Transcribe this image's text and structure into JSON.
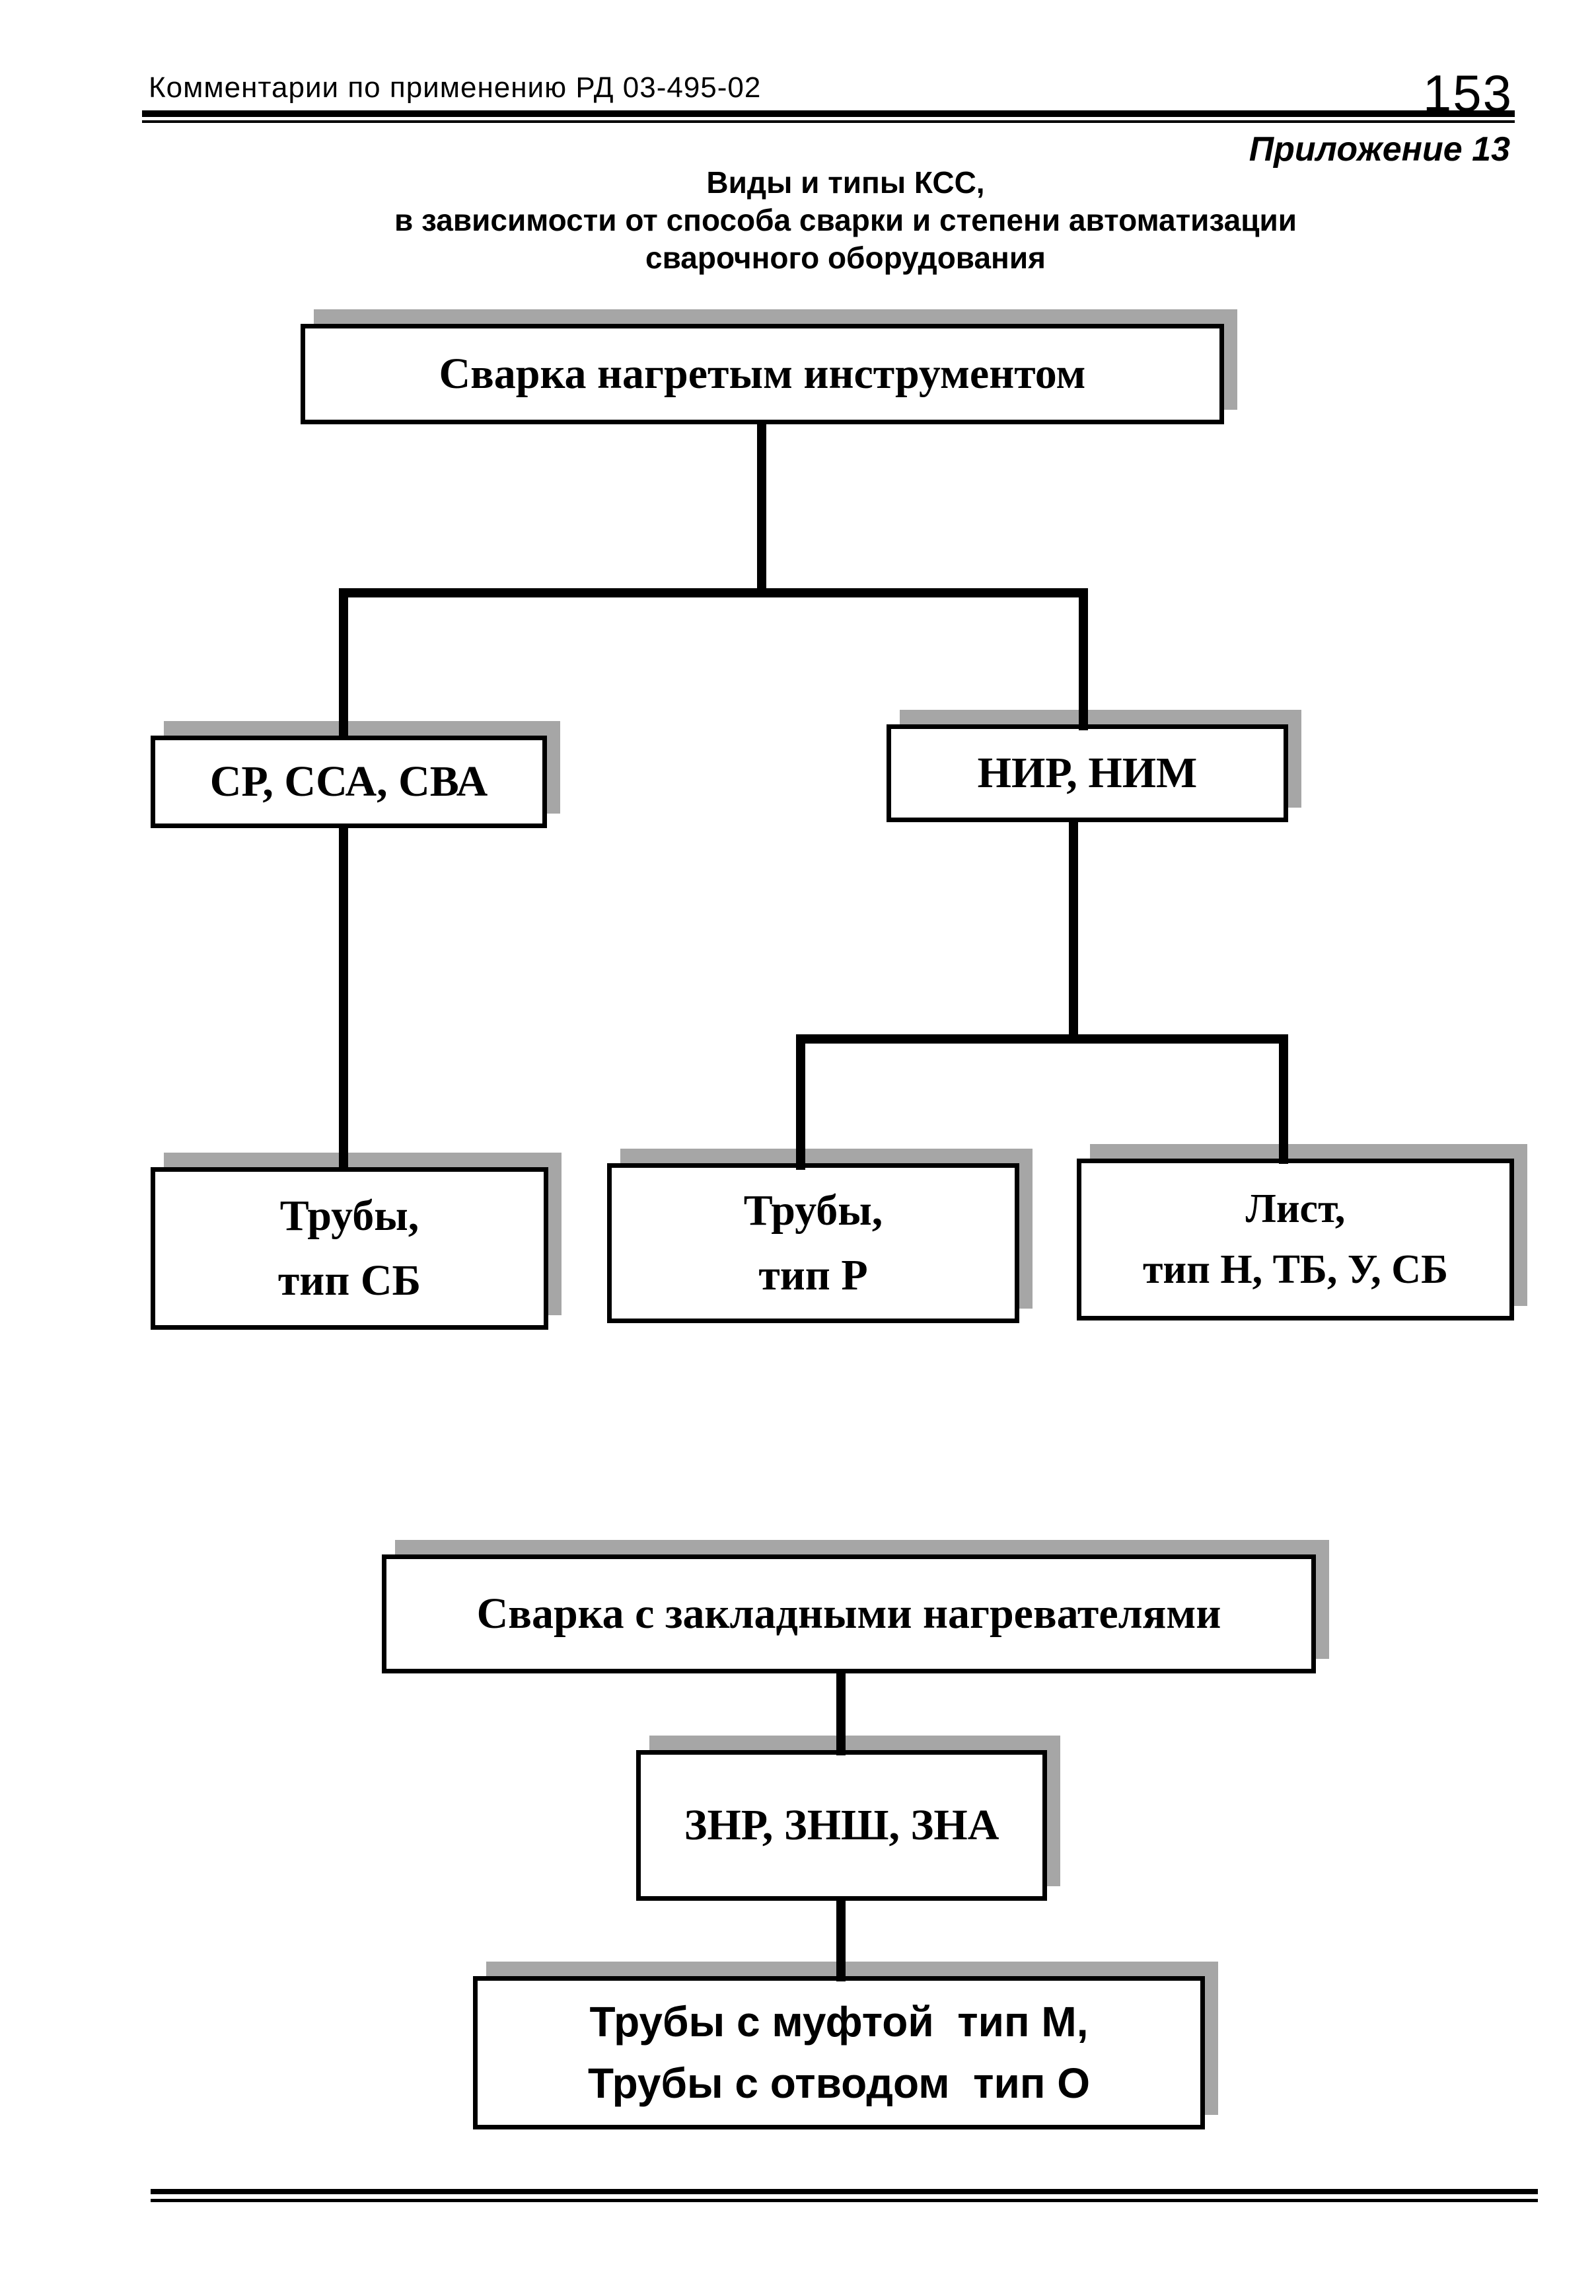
{
  "header": {
    "left_text": "Комментарии по применению РД 03-495-02",
    "page_number": "153",
    "annex": "Приложение 13"
  },
  "title": {
    "line1": "Виды и типы КСС,",
    "line2": "в зависимости от способа сварки и степени автоматизации",
    "line3": "сварочного оборудования"
  },
  "diagram_hot_tool": {
    "root": "Сварка нагретым инструментом",
    "group_sr": "СР, ССА, СВА",
    "group_nir": "НИР, НИМ",
    "leaf_sb": {
      "line1": "Трубы,",
      "line2": "тип СБ"
    },
    "leaf_r": {
      "line1": "Трубы,",
      "line2": "тип Р"
    },
    "leaf_list": {
      "line1": "Лист,",
      "line2": "тип Н, ТБ, У, СБ"
    }
  },
  "diagram_embedded": {
    "root": "Сварка с закладными нагревателями",
    "group_zn": "ЗНР, ЗНШ, ЗНА",
    "leaf_mo": {
      "line1": "Трубы с муфтой  тип М,",
      "line2": "Трубы с отводом  тип О"
    }
  },
  "colors": {
    "ink": "#000000",
    "paper": "#ffffff",
    "shadow": "#a6a6a6"
  }
}
